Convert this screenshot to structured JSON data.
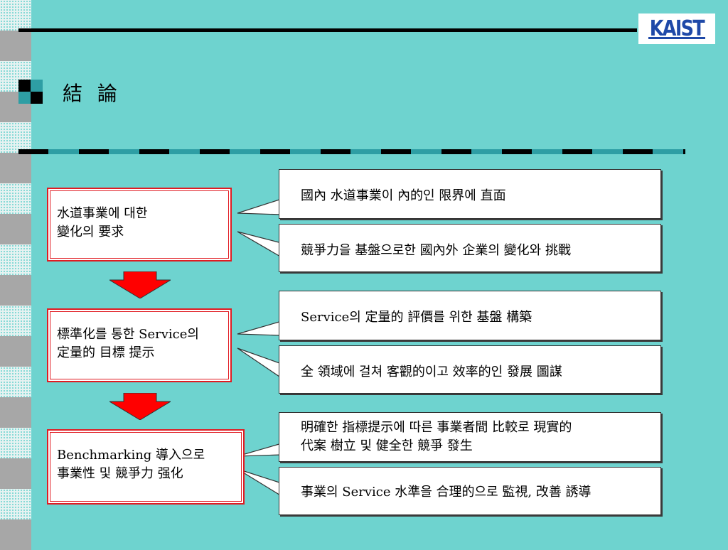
{
  "logo": {
    "text": "KAIST"
  },
  "title": "結 論",
  "groups": [
    {
      "left": {
        "line1": "水道事業에 대한",
        "line2": "變化의 要求"
      },
      "right": [
        {
          "line1": "國內 水道事業이 內的인 限界에 直面"
        },
        {
          "line1": "競爭力을 基盤으로한 國內外 企業의 變化와 挑戰"
        }
      ]
    },
    {
      "left": {
        "line1": "標準化를 통한 Service의",
        "line2": "定量的 目標 提示"
      },
      "right": [
        {
          "line1": "Service의 定量的 評價를 위한 基盤 構築"
        },
        {
          "line1": "全 領域에 걸쳐 客觀的이고 效率的인 發展 圖謀"
        }
      ]
    },
    {
      "left": {
        "line1": "Benchmarking 導入으로",
        "line2": "事業性 및 競爭力 强化"
      },
      "right": [
        {
          "line1": "明確한 指標提示에 따른 事業者間 比較로 現實的",
          "line2": "代案 樹立 및 健全한 競爭 發生"
        },
        {
          "line1": "事業의 Service 水準을 合理的으로 監視, 改善 誘導"
        }
      ]
    }
  ],
  "colors": {
    "background": "#6ed3cf",
    "frame_red": "#e11b22",
    "arrow_red": "#ff0000",
    "logo_blue": "#1f49a8"
  }
}
